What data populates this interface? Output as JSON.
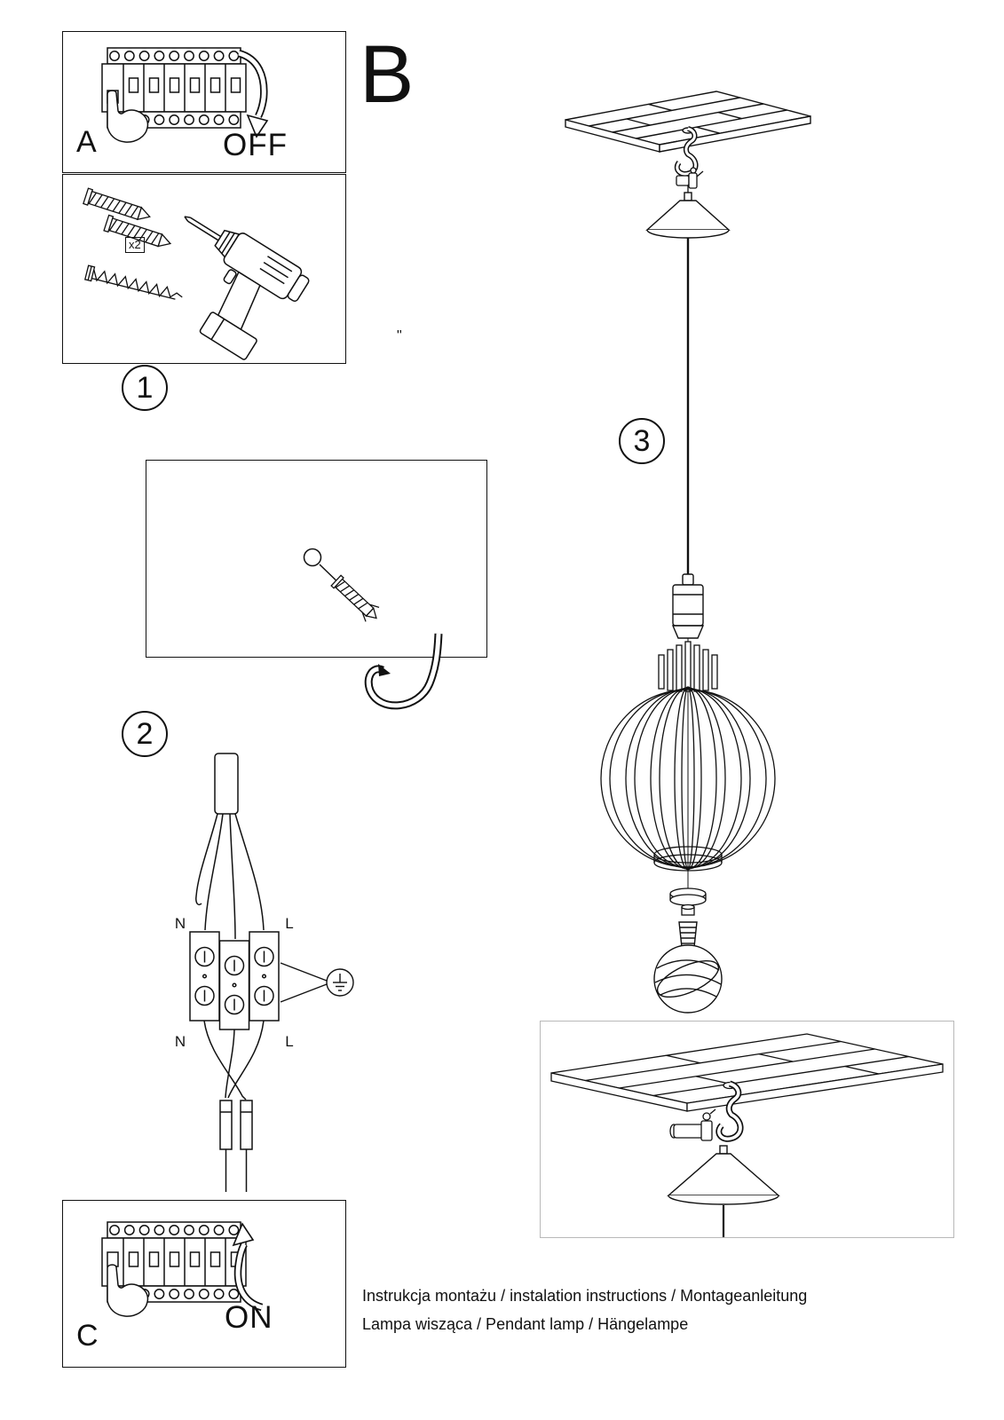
{
  "labels": {
    "step_a": "A",
    "step_b": "B",
    "step_c": "C",
    "off": "OFF",
    "on": "ON",
    "step_1": "1",
    "step_2": "2",
    "step_3": "3",
    "anchor_count": "x2",
    "stray_mark": "\""
  },
  "wiring": {
    "neutral_top": "N",
    "line_top": "L",
    "neutral_bottom": "N",
    "line_bottom": "L"
  },
  "footer": {
    "line1": "Instrukcja montażu / instalation instructions / Montageanleitung",
    "line2": "Lampa wisząca / Pendant lamp / Hängelampe"
  },
  "colors": {
    "ink": "#111111",
    "light_frame": "#b9b9b9",
    "background": "#ffffff"
  }
}
